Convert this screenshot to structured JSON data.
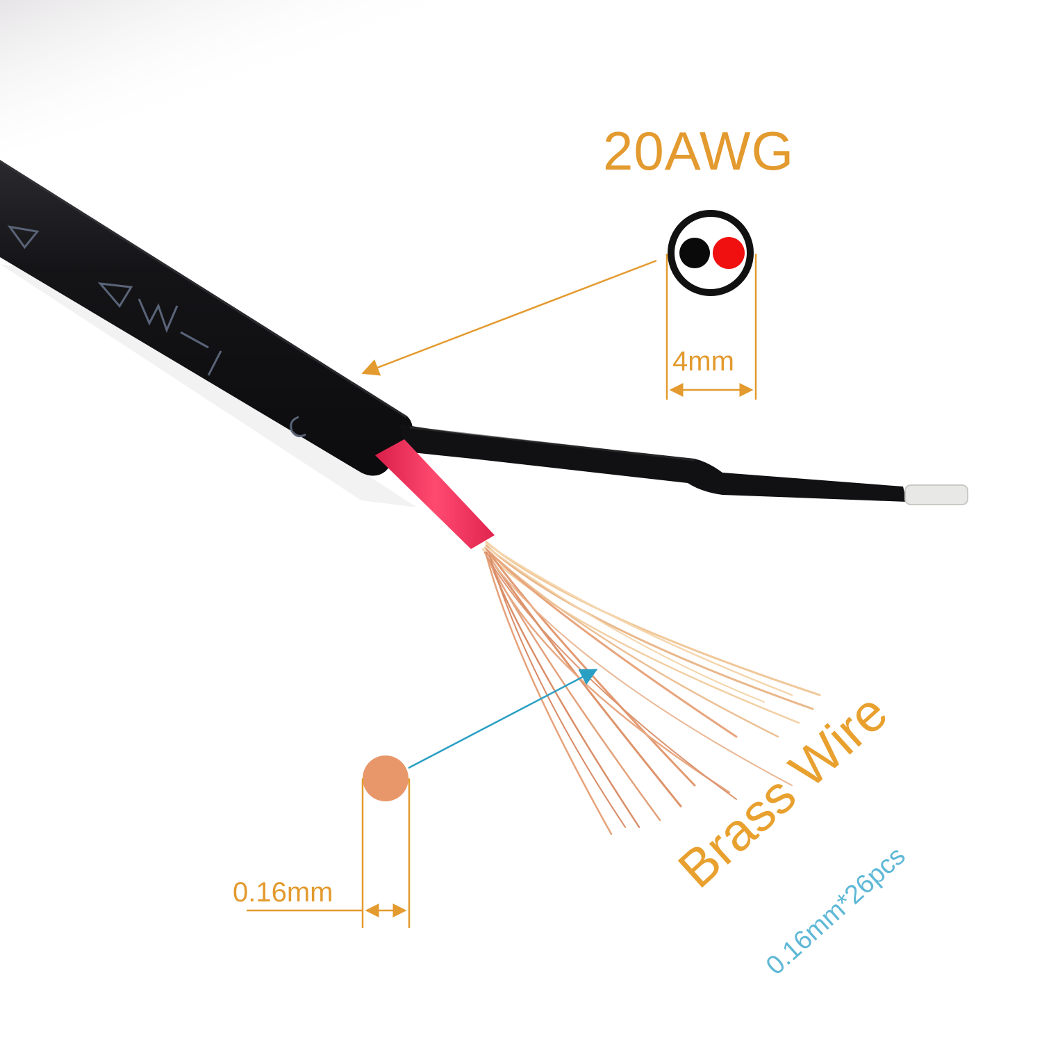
{
  "product": {
    "description": "2-core black sheathed cable with red and black inner conductors, stripped end showing stranded copper-colored wire"
  },
  "annotations": {
    "gauge": "20AWG",
    "outer_diameter": "4mm",
    "strand_diameter": "0.16mm",
    "conductor_material": "Brass Wire",
    "strand_spec": "0.16mm*26pcs"
  },
  "cable_jacket_markings": [
    "∇",
    "∇W—I",
    "C"
  ],
  "cross_section": {
    "outer_ring_color": "#111111",
    "cores": [
      {
        "name": "black-core",
        "color": "#0a0a0a"
      },
      {
        "name": "red-core",
        "color": "#f01010"
      }
    ]
  },
  "colors": {
    "annotation_orange": "#e39a2e",
    "annotation_blue": "#2a9fc4",
    "sub_text_blue": "#5fb8d6",
    "strand_dot": "#e8976a",
    "jacket_black": "#151518",
    "red_insulation": "#f0305a",
    "copper_strands": "#e6a27a"
  }
}
